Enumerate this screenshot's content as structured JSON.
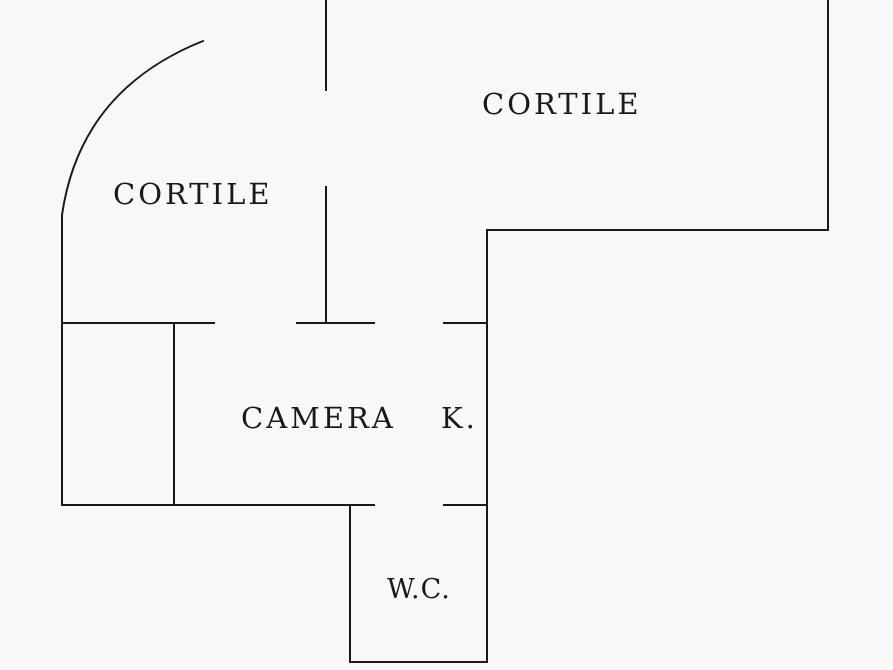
{
  "plan": {
    "rooms": {
      "cortile_left": "CORTILE",
      "cortile_right": "CORTILE",
      "camera": "CAMERA",
      "kitchen": "K.",
      "wc": "W.C."
    }
  }
}
